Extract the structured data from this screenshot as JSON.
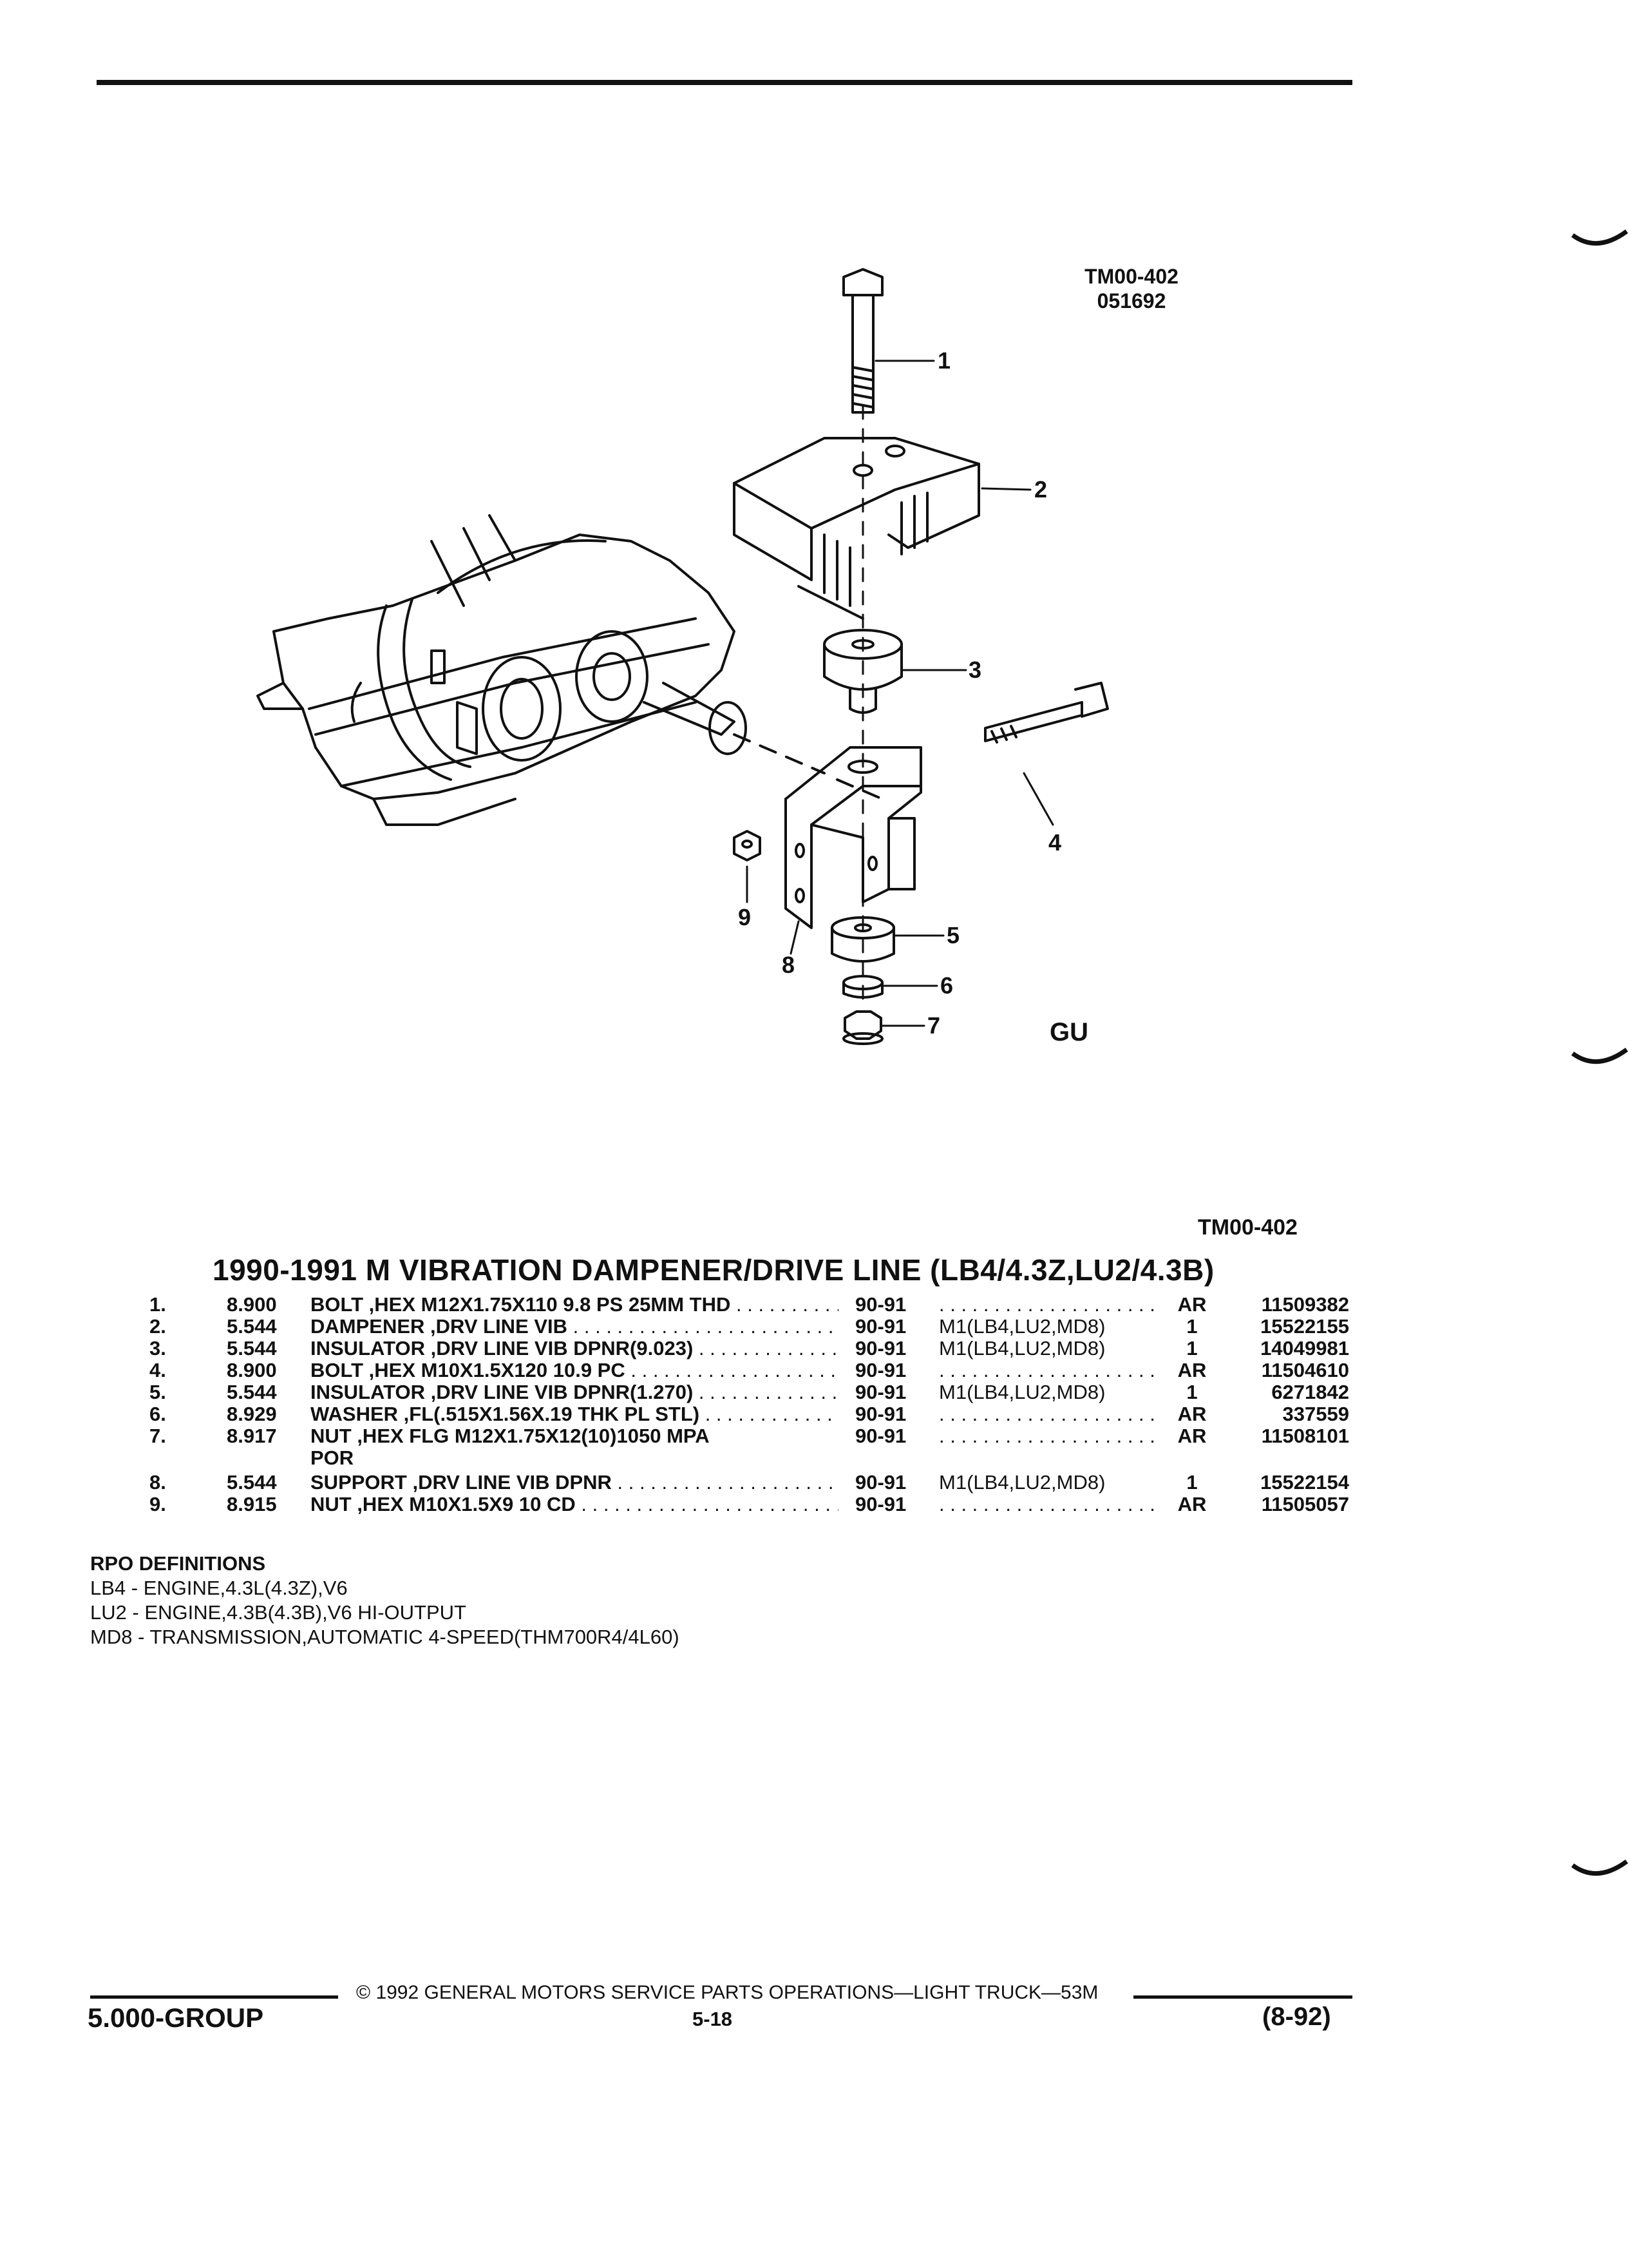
{
  "figure": {
    "code_line1": "TM00-402",
    "code_line2": "051692",
    "logo_text": "GU",
    "callouts": [
      "1",
      "2",
      "3",
      "4",
      "5",
      "6",
      "7",
      "8",
      "9"
    ]
  },
  "reference_code": "TM00-402",
  "title": "1990-1991 M VIBRATION DAMPENER/DRIVE LINE (LB4/4.3Z,LU2/4.3B)",
  "parts": [
    {
      "num": "1.",
      "group": "8.900",
      "desc": "BOLT ,HEX M12X1.75X110 9.8 PS 25MM THD",
      "desc2": "",
      "years": "90-91",
      "usage": "",
      "qty": "AR",
      "part_no": "11509382"
    },
    {
      "num": "2.",
      "group": "5.544",
      "desc": "DAMPENER ,DRV LINE VIB",
      "desc2": "",
      "years": "90-91",
      "usage": "M1(LB4,LU2,MD8)",
      "qty": "1",
      "part_no": "15522155"
    },
    {
      "num": "3.",
      "group": "5.544",
      "desc": "INSULATOR ,DRV LINE VIB DPNR(9.023)",
      "desc2": "",
      "years": "90-91",
      "usage": "M1(LB4,LU2,MD8)",
      "qty": "1",
      "part_no": "14049981"
    },
    {
      "num": "4.",
      "group": "8.900",
      "desc": "BOLT ,HEX M10X1.5X120 10.9 PC",
      "desc2": "",
      "years": "90-91",
      "usage": "",
      "qty": "AR",
      "part_no": "11504610"
    },
    {
      "num": "5.",
      "group": "5.544",
      "desc": "INSULATOR ,DRV LINE VIB DPNR(1.270)",
      "desc2": "",
      "years": "90-91",
      "usage": "M1(LB4,LU2,MD8)",
      "qty": "1",
      "part_no": "6271842"
    },
    {
      "num": "6.",
      "group": "8.929",
      "desc": "WASHER ,FL(.515X1.56X.19 THK PL STL)",
      "desc2": "",
      "years": "90-91",
      "usage": "",
      "qty": "AR",
      "part_no": "337559"
    },
    {
      "num": "7.",
      "group": "8.917",
      "desc": "NUT ,HEX FLG M12X1.75X12(10)1050 MPA",
      "desc2": "POR",
      "years": "90-91",
      "usage": "",
      "qty": "AR",
      "part_no": "11508101"
    },
    {
      "num": "8.",
      "group": "5.544",
      "desc": "SUPPORT ,DRV LINE VIB DPNR",
      "desc2": "",
      "years": "90-91",
      "usage": "M1(LB4,LU2,MD8)",
      "qty": "1",
      "part_no": "15522154"
    },
    {
      "num": "9.",
      "group": "8.915",
      "desc": "NUT ,HEX M10X1.5X9 10 CD",
      "desc2": "",
      "years": "90-91",
      "usage": "",
      "qty": "AR",
      "part_no": "11505057"
    }
  ],
  "rpo": {
    "title": "RPO DEFINITIONS",
    "lines": [
      "LB4 - ENGINE,4.3L(4.3Z),V6",
      "LU2 - ENGINE,4.3B(4.3B),V6 HI-OUTPUT",
      "MD8 - TRANSMISSION,AUTOMATIC 4-SPEED(THM700R4/4L60)"
    ]
  },
  "footer": {
    "copyright": "© 1992 GENERAL MOTORS SERVICE PARTS OPERATIONS—LIGHT TRUCK—53M",
    "group": "5.000-GROUP",
    "page": "5-18",
    "date": "(8-92)"
  }
}
